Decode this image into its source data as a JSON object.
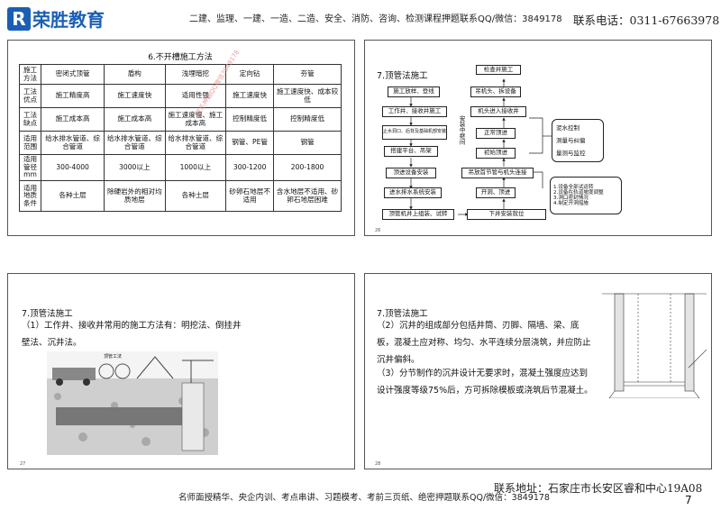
{
  "header": {
    "logo_mark": "R",
    "logo_text": "荣胜教育",
    "note": "二建、监理、一建、一造、二造、安全、消防、咨询、检测课程押题联系QQ/微信：3849178",
    "phone": "联系电话：0311-67663978"
  },
  "slide1": {
    "title": "6.不开槽施工方法",
    "rows": [
      [
        "施工方法",
        "密闭式顶管",
        "盾构",
        "浅埋暗挖",
        "定向钻",
        "夯管"
      ],
      [
        "工法优点",
        "施工精度高",
        "施工速度快",
        "适用性强",
        "施工速度快",
        "施工速度快、成本较低"
      ],
      [
        "工法缺点",
        "施工成本高",
        "施工成本高",
        "施工速度慢、施工成本高",
        "控制精度低",
        "控制精度低"
      ],
      [
        "适用范围",
        "给水排水管道、综合管道",
        "给水排水管道、综合管道",
        "给水排水管道、综合管道",
        "钢管、PE管",
        "钢管"
      ],
      [
        "适用管径mm",
        "300-4000",
        "3000以上",
        "1000以上",
        "300-1200",
        "200-1800"
      ],
      [
        "适用地质条件",
        "各种土层",
        "除硬岩外的相对均质地层",
        "各种土层",
        "砂卵石地层不适用",
        "含水地层不适用、砂卵石地层困难"
      ]
    ],
    "watermark": "联系押题QQ微信3849178"
  },
  "slide2": {
    "title": "7.顶管法施工",
    "page": "26",
    "left_steps": [
      "施工放样、登线",
      "工作井、接收井施工",
      "止水洞口、后背及基础机部安装",
      "搭建平台、吊架",
      "顶进设备安装",
      "进水排水系统安装",
      "顶管机井上组装、试转"
    ],
    "right_steps": [
      "检查井施工",
      "吊机头、拆设备",
      "机头进入接收井",
      "正常顶进",
      "初始顶进",
      "吊放首节管与机头连接",
      "开洞、顶进",
      "下井安装就位"
    ],
    "middle_label": "安装中继间",
    "mud_items": [
      "泥水控制",
      "测量与纠偏",
      "量测与监控"
    ],
    "notes": [
      "1.设备全部试运转",
      "2.设备在轨道坡度调整",
      "3.洞口密封情况",
      "4.制定开洞措施"
    ]
  },
  "slide3": {
    "title": "7.顶管法施工",
    "text": "（1）工作井、接收井常用的施工方法有：明挖法、倒挂井壁法、沉井法。",
    "figure_caption": "顶管工法",
    "page": "27"
  },
  "slide4": {
    "title": "7.顶管法施工",
    "p1": "（2）沉井的组成部分包括井筒、刃脚、隔墙、梁、底板，混凝土应对称、均匀、水平连续分层浇筑，并应防止沉井偏斜。",
    "p2": "（3）分节制作的沉井设计无要求时，混凝土强度应达到设计强度等级75%后，方可拆除模板或浇筑后节混凝土。",
    "page": "28"
  },
  "footer": {
    "left": "名师面授精华、央企内训、考点串讲、习题模考、考前三页纸、绝密押题联系QQ/微信：3849178",
    "address": "联系地址：石家庄市长安区睿和中心19A08",
    "page_number": "7"
  }
}
